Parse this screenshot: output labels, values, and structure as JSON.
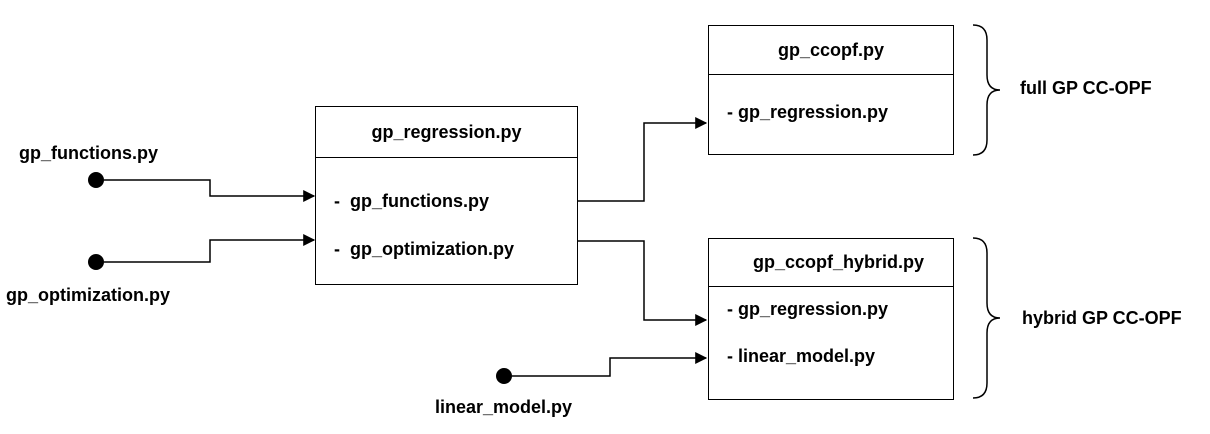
{
  "inputs": {
    "gp_functions": "gp_functions.py",
    "gp_optimization": "gp_optimization.py",
    "linear_model": "linear_model.py"
  },
  "modules": {
    "gp_regression": {
      "title": "gp_regression.py",
      "items": [
        "-  gp_functions.py",
        "-  gp_optimization.py"
      ]
    },
    "gp_ccopf": {
      "title": "gp_ccopf.py",
      "items": [
        "- gp_regression.py"
      ]
    },
    "gp_ccopf_hybrid": {
      "title": "gp_ccopf_hybrid.py",
      "items": [
        "- gp_regression.py",
        "- linear_model.py"
      ]
    }
  },
  "groups": {
    "full": "full GP CC-OPF",
    "hybrid": "hybrid GP CC-OPF"
  }
}
